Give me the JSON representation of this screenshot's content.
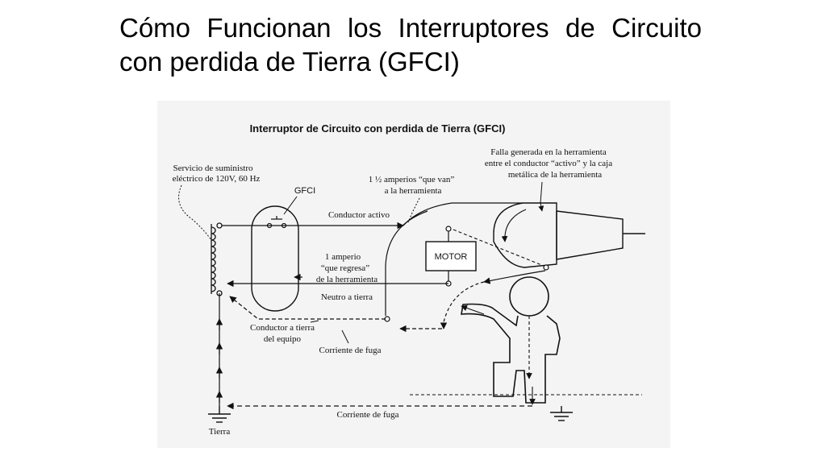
{
  "slide": {
    "title_line1": "Cómo Funcionan los Interruptores de Circuito",
    "title_line2": "con perdida de Tierra (GFCI)"
  },
  "diagram": {
    "heading": "Interruptor de Circuito con perdida de Tierra (GFCI)",
    "service_line1": "Servicio de suministro",
    "service_line2": "eléctrico de 120V, 60 Hz",
    "gfci_label": "GFCI",
    "amps_in_line1": "1 ½ amperios “que van”",
    "amps_in_line2": "a la herramienta",
    "fault_line1": "Falla generada en la herramienta",
    "fault_line2": "entre el conductor “activo” y la caja",
    "fault_line3": "metálica de la herramienta",
    "active_conductor": "Conductor activo",
    "motor_label": "MOTOR",
    "amps_back_line1": "1 amperio",
    "amps_back_line2": "“que regresa”",
    "amps_back_line3": "de la herramienta",
    "neutral": "Neutro a tierra",
    "ground_conductor_line1": "Conductor a tierra",
    "ground_conductor_line2": "del equipo",
    "leakage_upper": "Corriente de fuga",
    "leakage_lower": "Corriente de fuga",
    "ground": "Tierra"
  },
  "colors": {
    "ink": "#111111",
    "panel": "#f4f4f4"
  }
}
